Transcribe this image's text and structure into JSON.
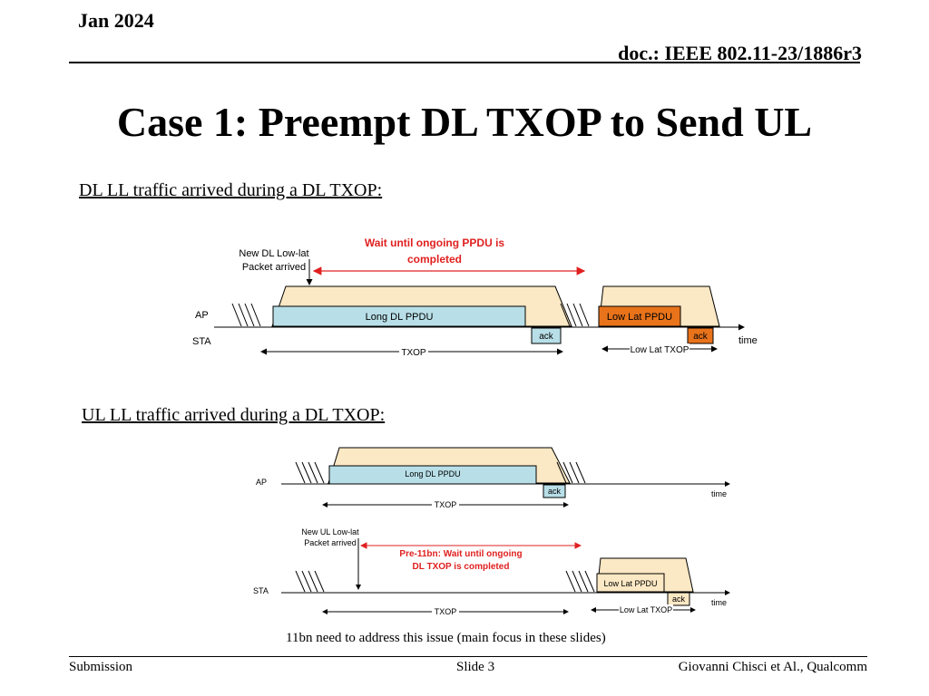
{
  "header": {
    "date": "Jan 2024",
    "doc": "doc.: IEEE 802.11-23/1886r3"
  },
  "title": "Case 1: Preempt DL TXOP to Send UL",
  "section1": {
    "heading": "DL LL traffic arrived during a DL TXOP:",
    "new_packet_line1": "New DL Low-lat",
    "new_packet_line2": "Packet arrived",
    "wait_line1": "Wait until ongoing PPDU is",
    "wait_line2": "completed",
    "ap_label": "AP",
    "sta_label": "STA",
    "long_ppdu": "Long DL PPDU",
    "ack1": "ack",
    "low_lat_ppdu": "Low Lat PPDU",
    "ack2": "ack",
    "time": "time",
    "txop": "TXOP",
    "low_lat_txop": "Low Lat TXOP"
  },
  "section2": {
    "heading": "UL LL traffic arrived during a DL TXOP:",
    "ap_label": "AP",
    "long_ppdu": "Long DL PPDU",
    "ack1": "ack",
    "time_ap": "time",
    "txop_ap": "TXOP",
    "new_packet_line1": "New UL Low-lat",
    "new_packet_line2": "Packet arrived",
    "wait_line1": "Pre-11bn: Wait until ongoing",
    "wait_line2": "DL TXOP is completed",
    "sta_label": "STA",
    "low_lat_ppdu": "Low Lat PPDU",
    "ack2": "ack",
    "time_sta": "time",
    "txop_sta": "TXOP",
    "low_lat_txop": "Low Lat TXOP"
  },
  "note": "11bn need to address this issue (main focus in these slides)",
  "footer": {
    "left": "Submission",
    "middle": "Slide 3",
    "right": "Giovanni Chisci et Al., Qualcomm"
  },
  "colors": {
    "txop_fill": "#fbe8c4",
    "ppdu_blue": "#b8dfe8",
    "orange": "#e8731b",
    "red": "#e02020"
  }
}
